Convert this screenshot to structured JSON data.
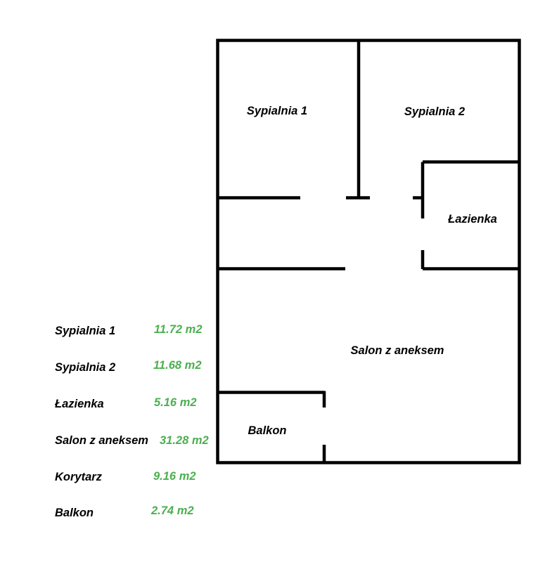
{
  "rooms": [
    {
      "name": "Sypialnia 1"
    },
    {
      "name": "Sypialnia 2"
    },
    {
      "name": "Łazienka"
    },
    {
      "name": "Salon z aneksem"
    },
    {
      "name": "Balkon"
    }
  ],
  "areas": [
    {
      "name": "Sypialnia 1",
      "area": "11.72 m2"
    },
    {
      "name": "Sypialnia 2",
      "area": "11.68 m2"
    },
    {
      "name": "Łazienka",
      "area": "5.16 m2"
    },
    {
      "name": "Salon z aneksem",
      "area": "31.28 m2"
    },
    {
      "name": "Korytarz",
      "area": "9.16 m2"
    },
    {
      "name": "Balkon",
      "area": "2.74 m2"
    }
  ],
  "colors": {
    "wall": "#000000",
    "area_text": "#4caf50",
    "label_text": "#000000"
  }
}
